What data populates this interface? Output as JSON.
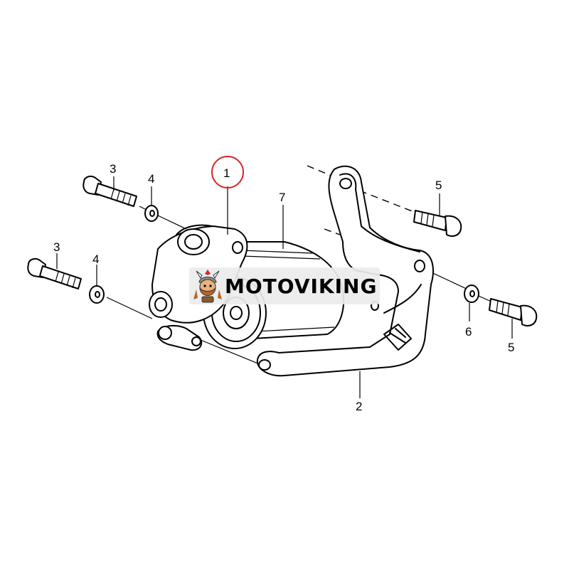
{
  "diagram": {
    "callouts": {
      "part_1": "1",
      "part_2": "2",
      "part_3_top": "3",
      "part_3_bottom": "3",
      "part_4_top": "4",
      "part_4_bottom": "4",
      "part_5_top": "5",
      "part_5_bottom": "5",
      "part_6": "6",
      "part_7": "7"
    },
    "highlight_color": "#d9262a"
  },
  "watermark": {
    "text": "MOTOVIKING"
  }
}
